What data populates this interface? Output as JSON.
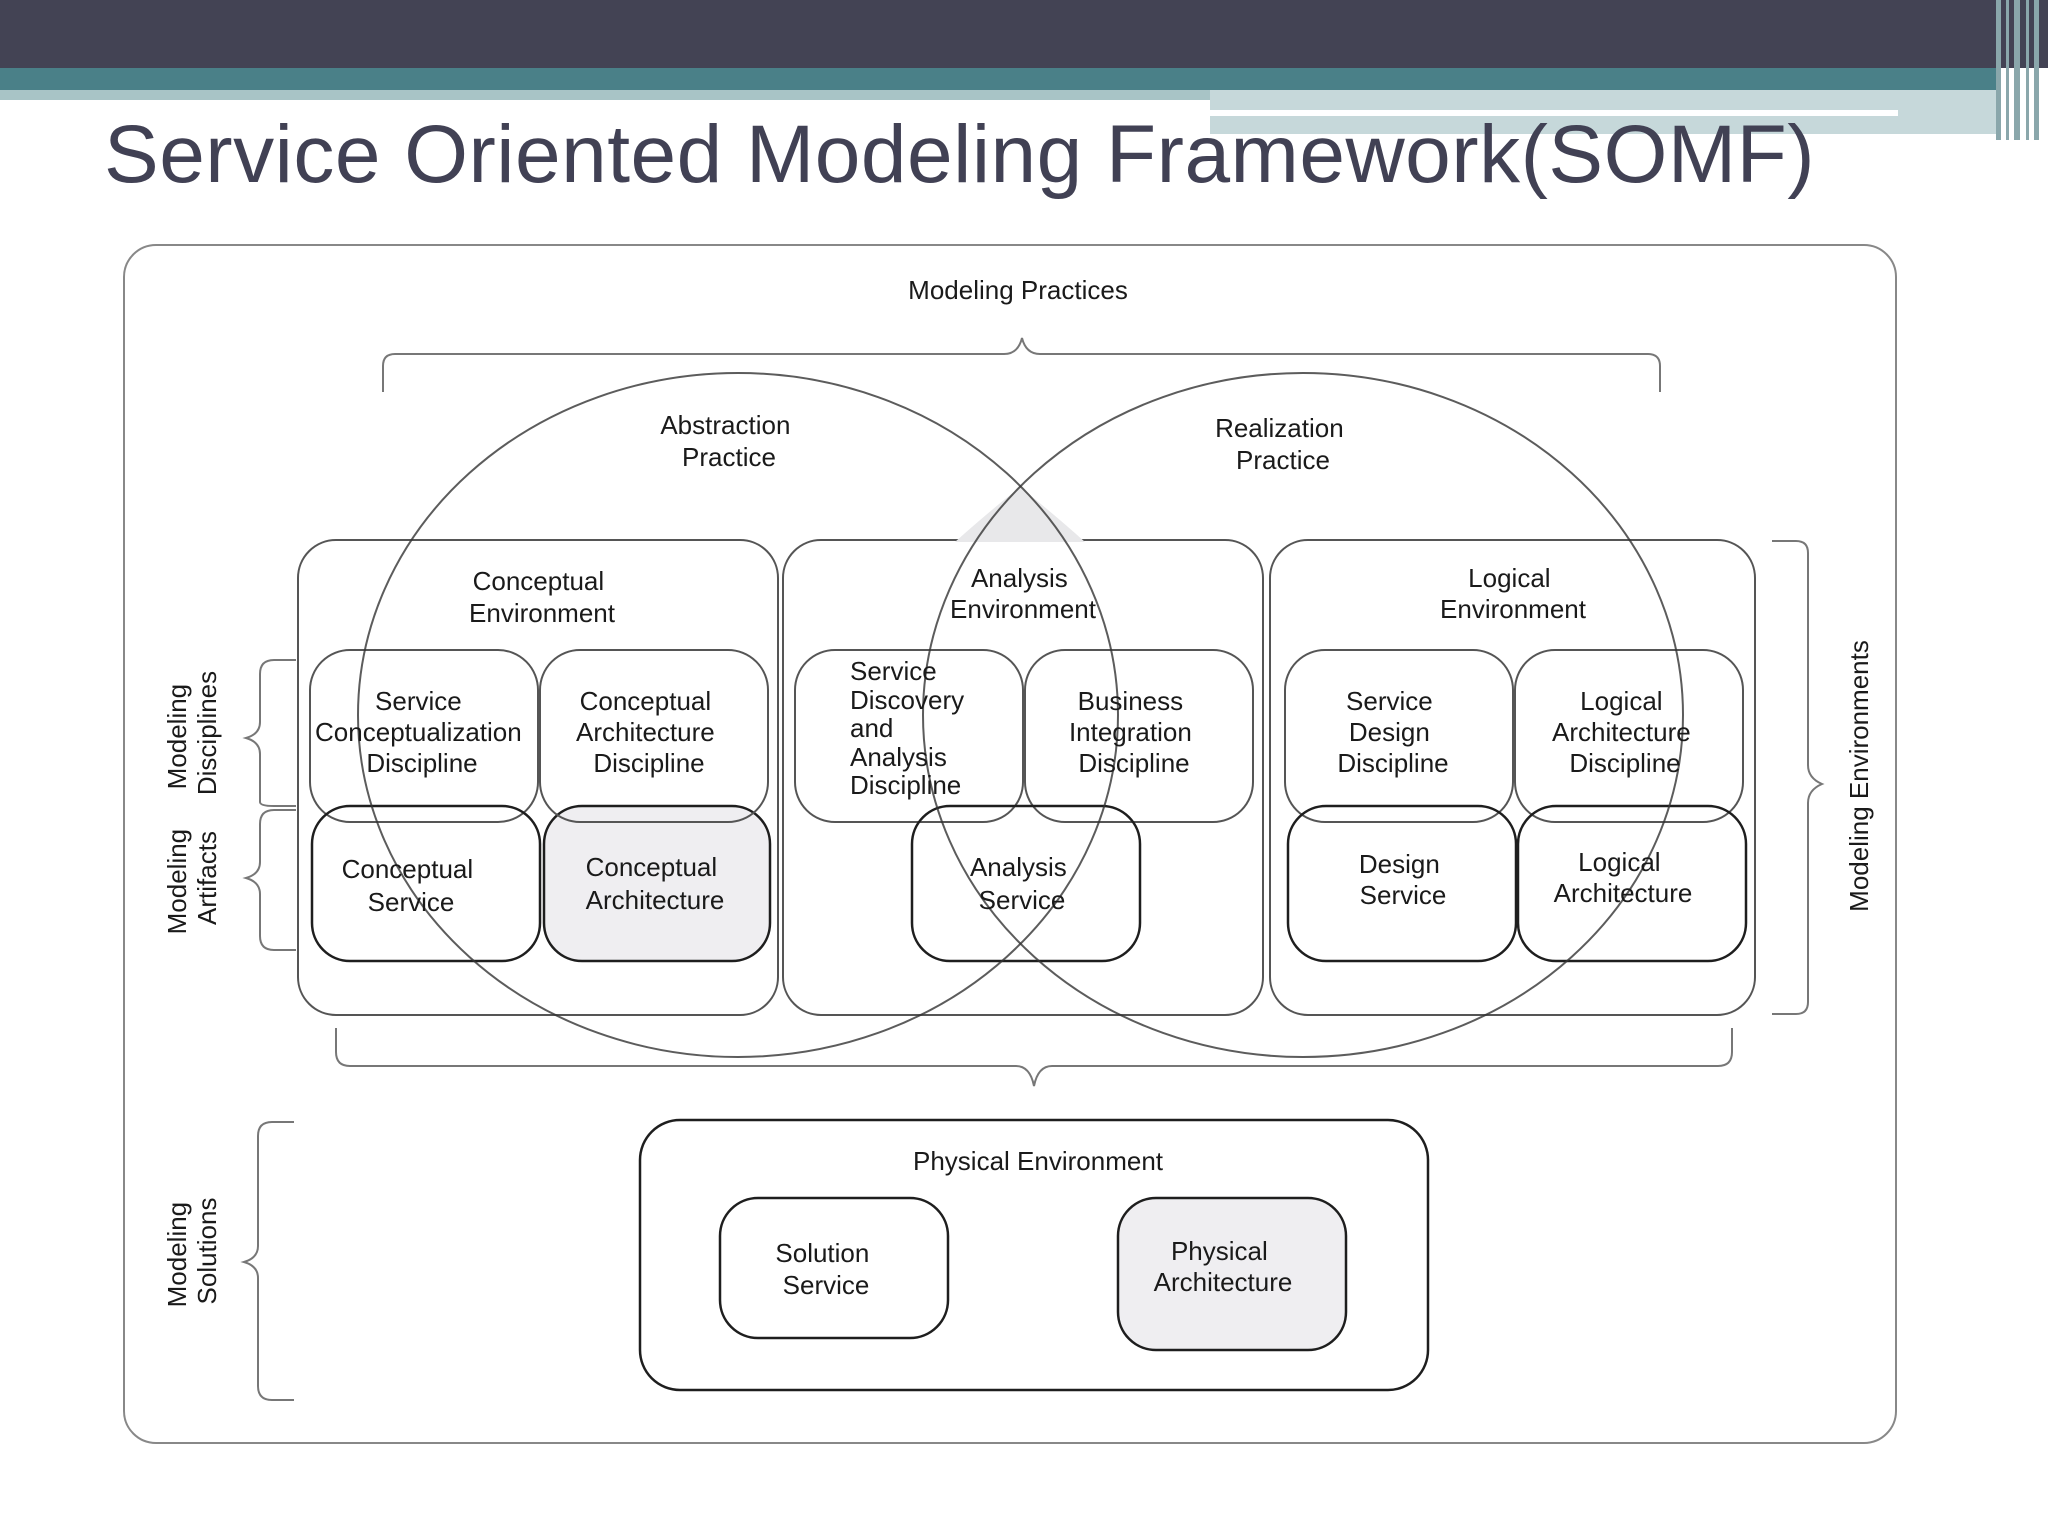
{
  "slide": {
    "title": "Service Oriented Modeling Framework(SOMF)"
  },
  "diagram": {
    "modeling_practices": "Modeling Practices",
    "abstraction_practice": [
      "Abstraction",
      "Practice"
    ],
    "realization_practice": [
      "Realization",
      "Practice"
    ],
    "modeling_disciplines": [
      "Modeling",
      "Disciplines"
    ],
    "modeling_artifacts": [
      "Modeling",
      "Artifacts"
    ],
    "modeling_solutions": [
      "Modeling",
      "Solutions"
    ],
    "modeling_environments": "Modeling Environments",
    "conceptual_environment": {
      "title": [
        "Conceptual",
        "Environment"
      ],
      "discipline_1": [
        "Service",
        "Conceptualization",
        "Discipline"
      ],
      "discipline_2": [
        "Conceptual",
        "Architecture",
        "Discipline"
      ],
      "artifact_1": [
        "Conceptual",
        "Service"
      ],
      "artifact_2": [
        "Conceptual",
        "Architecture"
      ]
    },
    "analysis_environment": {
      "title": [
        "Analysis",
        "Environment"
      ],
      "discipline_1": [
        "Service",
        "Discovery",
        "and",
        "Analysis",
        "Discipline"
      ],
      "discipline_2": [
        "Business",
        "Integration",
        "Discipline"
      ],
      "artifact_1": [
        "Analysis",
        "Service"
      ]
    },
    "logical_environment": {
      "title": [
        "Logical",
        "Environment"
      ],
      "discipline_1": [
        "Service",
        "Design",
        "Discipline"
      ],
      "discipline_2": [
        "Logical",
        "Architecture",
        "Discipline"
      ],
      "artifact_1": [
        "Design",
        "Service"
      ],
      "artifact_2": [
        "Logical",
        "Architecture"
      ]
    },
    "physical_environment": {
      "title": "Physical Environment",
      "artifact_1": [
        "Solution",
        "Service"
      ],
      "artifact_2": [
        "Physical",
        "Architecture"
      ]
    },
    "colors": {
      "header_dark": "#434354",
      "header_teal": "#4a8088",
      "shaded_box": "#efeef1",
      "line": "#1e1e1e"
    }
  }
}
